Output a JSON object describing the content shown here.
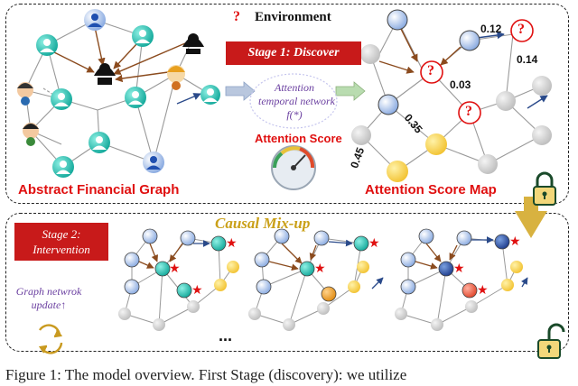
{
  "legend": {
    "marker": "?",
    "environment_label": "Environment"
  },
  "stage1": {
    "label": "Stage 1: Discover"
  },
  "stage2": {
    "line1": "Stage 2:",
    "line2": "Intervention"
  },
  "abstract_graph_title": "Abstract Financial Graph",
  "attention_network": {
    "line1": "Attention",
    "line2": "temporal network",
    "line3": "f(*)"
  },
  "attention_score_label": "Attention Score",
  "attention_score_map_title": "Attention Score Map",
  "edge_scores": [
    "0.12",
    "0.14",
    "0.03",
    "0.35",
    "0.45"
  ],
  "causal_mixup_label": "Causal Mix-up",
  "graph_update": {
    "line1": "Graph netwrok",
    "line2": "update↑"
  },
  "ellipsis": "...",
  "caption": "Figure 1: The model overview. First Stage (discovery): we utilize",
  "colors": {
    "stage_red": "#c81a1a",
    "node_blue": "#a9c3ec",
    "node_yellow": "#f6d04a",
    "node_gray": "#d2d2d2",
    "node_teal": "#1bbfb0",
    "arrow_brown": "#8b4b1e"
  }
}
